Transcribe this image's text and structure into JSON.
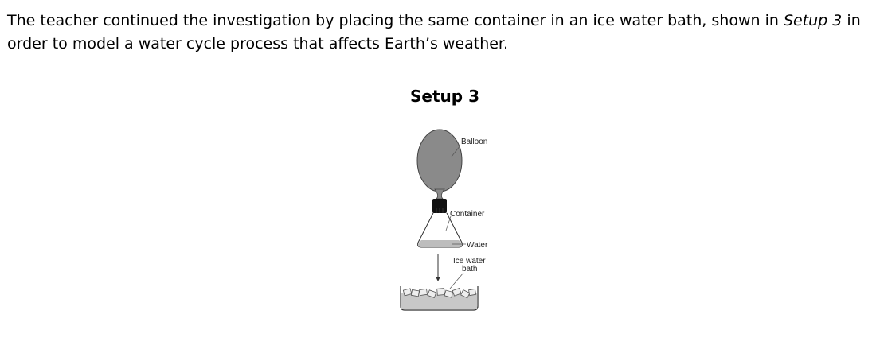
{
  "question": {
    "text_part1": "The teacher continued the investigation by placing the same container in an ice water bath, shown in ",
    "setup_ref": "Setup 3",
    "text_part2": " in order to model a water cycle process that affects Earth’s weather."
  },
  "figure": {
    "title": "Setup 3",
    "labels": {
      "balloon": "Balloon",
      "container": "Container",
      "water": "Water",
      "ice_line1": "Ice water",
      "ice_line2": "bath"
    }
  }
}
